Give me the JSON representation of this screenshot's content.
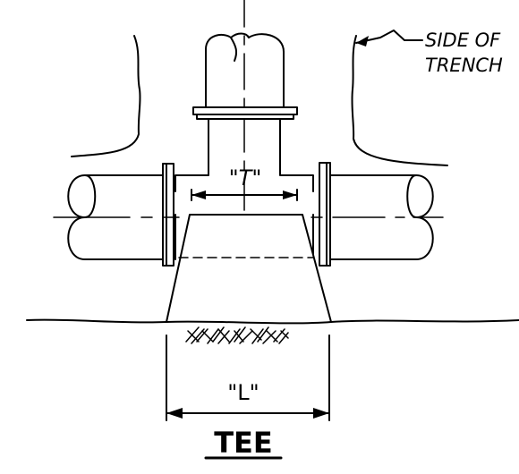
{
  "labels": {
    "side_of_trench_line1": "SIDE OF",
    "side_of_trench_line2": "TRENCH",
    "dim_t": "\"T\"",
    "dim_l": "\"L\"",
    "title": "TEE"
  },
  "colors": {
    "line": "#000000",
    "background": "#ffffff"
  }
}
